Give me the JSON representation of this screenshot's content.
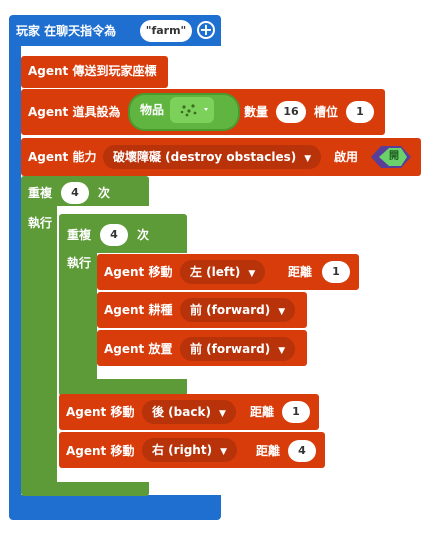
{
  "player": {
    "label": "玩家 在聊天指令為",
    "command": "\"farm\"",
    "add_icon": "plus-circle-icon"
  },
  "blocks": {
    "teleport": "Agent 傳送到玩家座標",
    "set_item": {
      "label": "Agent 道具設為",
      "item_label": "物品",
      "item_icon": "wheat-seeds-icon",
      "amount_label": "數量",
      "amount": "16",
      "slot_label": "槽位",
      "slot": "1"
    },
    "ability": {
      "label": "Agent 能力",
      "value": "破壞障礙 (destroy obstacles)",
      "enable_label": "啟用",
      "toggle": "開"
    },
    "outer_repeat": {
      "label": "重複",
      "count": "4",
      "times": "次",
      "do": "執行"
    },
    "inner_repeat": {
      "label": "重複",
      "count": "4",
      "times": "次",
      "do": "執行"
    },
    "move_left": {
      "label": "Agent 移動",
      "dir": "左 (left)",
      "dist_label": "距離",
      "dist": "1"
    },
    "till": {
      "label": "Agent 耕種",
      "dir": "前 (forward)"
    },
    "place": {
      "label": "Agent 放置",
      "dir": "前 (forward)"
    },
    "move_back": {
      "label": "Agent 移動",
      "dir": "後 (back)",
      "dist_label": "距離",
      "dist": "1"
    },
    "move_right": {
      "label": "Agent 移動",
      "dir": "右 (right)",
      "dist_label": "距離",
      "dist": "4"
    }
  }
}
